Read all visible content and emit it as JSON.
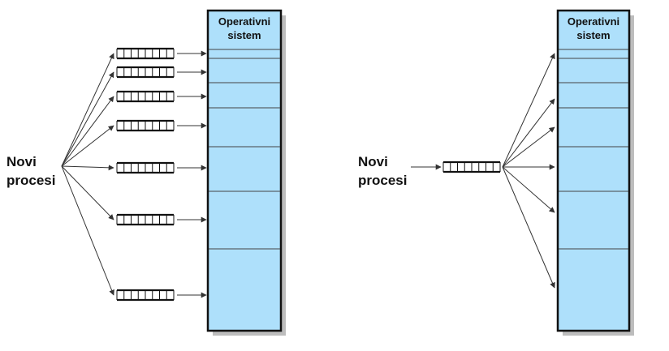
{
  "colors": {
    "memory_fill": "#aee0fb",
    "outline": "#111111",
    "shadow": "#bdbdbd",
    "arrow": "#333333"
  },
  "left_panel": {
    "new_processes_line1": "Novi",
    "new_processes_line2": "procesi",
    "os_label_line1": "Operativni",
    "os_label_line2": "sistem"
  },
  "right_panel": {
    "new_processes_line1": "Novi",
    "new_processes_line2": "procesi",
    "os_label_line1": "Operativni",
    "os_label_line2": "sistem"
  }
}
